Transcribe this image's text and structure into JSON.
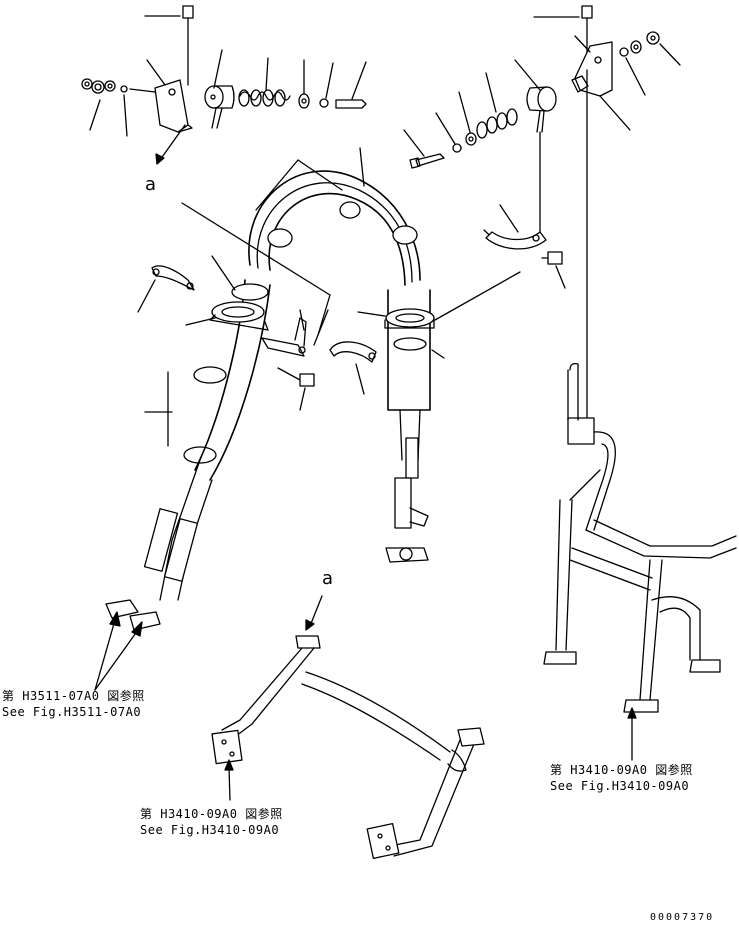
{
  "callouts": {
    "a_top": "a",
    "a_bottom": "a"
  },
  "references": {
    "left": {
      "jp": "第 H3511-07A0 図参照",
      "en": "See Fig.H3511-07A0"
    },
    "middle": {
      "jp": "第 H3410-09A0 図参照",
      "en": "See Fig.H3410-09A0"
    },
    "right": {
      "jp": "第 H3410-09A0 図参照",
      "en": "See Fig.H3410-09A0"
    }
  },
  "document_number": "00007370"
}
